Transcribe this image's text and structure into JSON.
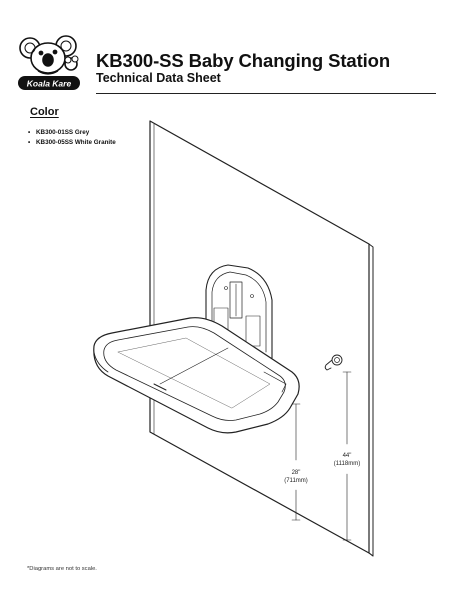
{
  "header": {
    "logo_text": "Koala Kare",
    "title": "KB300-SS Baby Changing Station",
    "subtitle": "Technical Data Sheet"
  },
  "color_section": {
    "heading": "Color",
    "items": [
      "KB300-01SS Grey",
      "KB300-05SS White Granite"
    ]
  },
  "dimensions": {
    "height_44_in": "44\"",
    "height_44_mm": "(1118mm)",
    "height_28_in": "28\"",
    "height_28_mm": "(711mm)"
  },
  "footnote": "*Diagrams are not to scale."
}
